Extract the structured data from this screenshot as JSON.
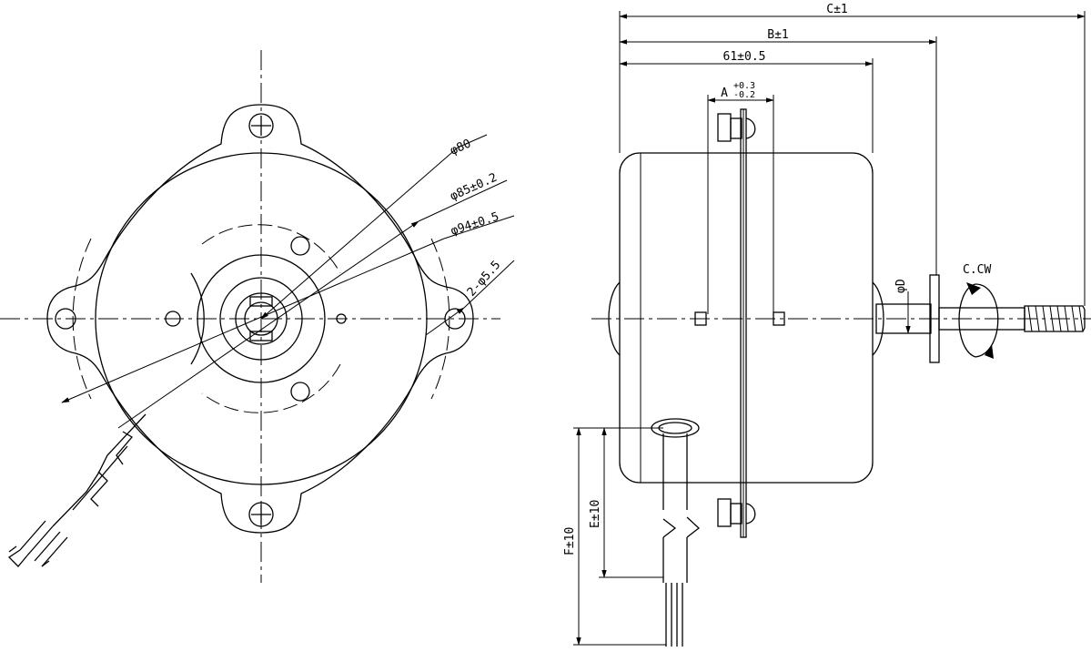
{
  "front_view": {
    "dimensions": {
      "d80": "φ80",
      "d85": "φ85±0.2",
      "d94": "φ94±0.5",
      "holes": "2-φ5.5"
    }
  },
  "side_view": {
    "dimensions": {
      "c": "C±1",
      "b": "B±1",
      "l61": "61±0.5",
      "a_base": "A",
      "a_plus": "+0.3",
      "a_minus": "-0.2",
      "shaft": "φD",
      "rotation": "C.CW",
      "e": "E±10",
      "f": "F±10"
    }
  }
}
